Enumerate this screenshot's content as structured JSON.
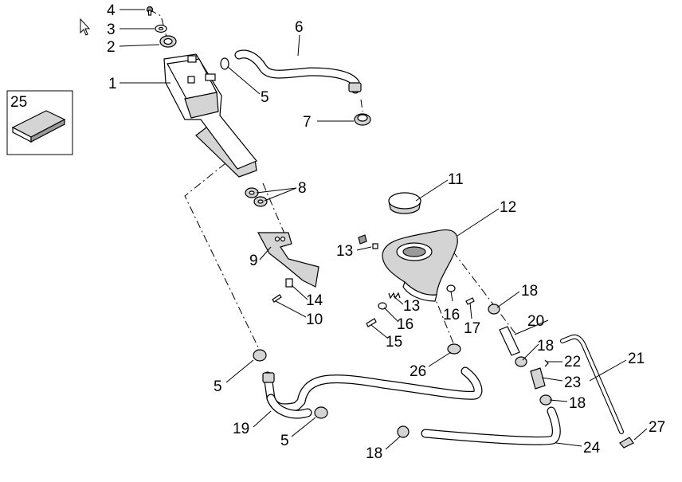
{
  "callouts": {
    "c1": "1",
    "c2": "2",
    "c3": "3",
    "c4": "4",
    "c5a": "5",
    "c5b": "5",
    "c5c": "5",
    "c6": "6",
    "c7": "7",
    "c8": "8",
    "c9": "9",
    "c10": "10",
    "c11": "11",
    "c12": "12",
    "c13a": "13",
    "c13b": "13",
    "c14": "14",
    "c15": "15",
    "c16a": "16",
    "c16b": "16",
    "c17": "17",
    "c18a": "18",
    "c18b": "18",
    "c18c": "18",
    "c18d": "18",
    "c19": "19",
    "c20": "20",
    "c21": "21",
    "c22": "22",
    "c23": "23",
    "c24": "24",
    "c25": "25",
    "c26": "26",
    "c27": "27"
  },
  "icons": {
    "cursor": "mouse-pointer-icon"
  }
}
